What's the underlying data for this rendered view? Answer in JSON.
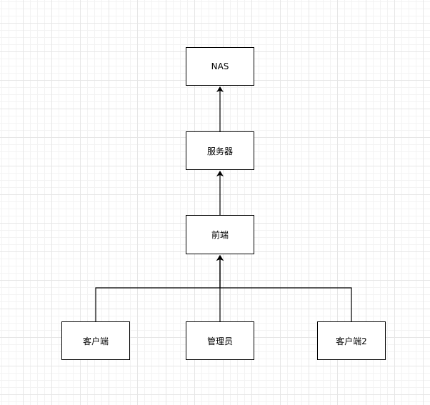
{
  "diagram": {
    "nodes": {
      "nas": "NAS",
      "server": "服务器",
      "frontend": "前端",
      "client1": "客户端",
      "admin": "管理员",
      "client2": "客户端2"
    },
    "edges": [
      {
        "from": "server",
        "to": "nas"
      },
      {
        "from": "frontend",
        "to": "server"
      },
      {
        "from": "client1",
        "to": "frontend"
      },
      {
        "from": "admin",
        "to": "frontend"
      },
      {
        "from": "client2",
        "to": "frontend"
      }
    ],
    "colors": {
      "stroke": "#000000",
      "fill": "#ffffff",
      "grid": "#e6e6e6"
    }
  }
}
